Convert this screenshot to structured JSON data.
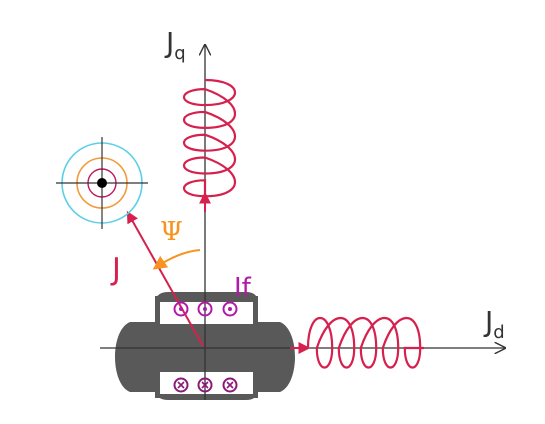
{
  "diagram": {
    "axes": {
      "q_label": {
        "main": "J",
        "sub": "q"
      },
      "d_label": {
        "main": "J",
        "sub": "d"
      }
    },
    "vector_label": "J",
    "angle_label": "Ψ",
    "field_label": "If",
    "conductors": {
      "top_symbols": [
        "dot",
        "dot",
        "dot"
      ],
      "bottom_symbols": [
        "cross",
        "cross",
        "cross"
      ]
    },
    "colors": {
      "axis": "#333333",
      "coil": "#d6204e",
      "vector": "#d6204e",
      "angle": "#f7931e",
      "field": "#b11aa8",
      "conductor": "#8a1a7a",
      "rotor": "#595959",
      "target_outer": "#5ccfe6",
      "target_mid": "#f39a3b",
      "target_inner": "#c2185b"
    }
  }
}
